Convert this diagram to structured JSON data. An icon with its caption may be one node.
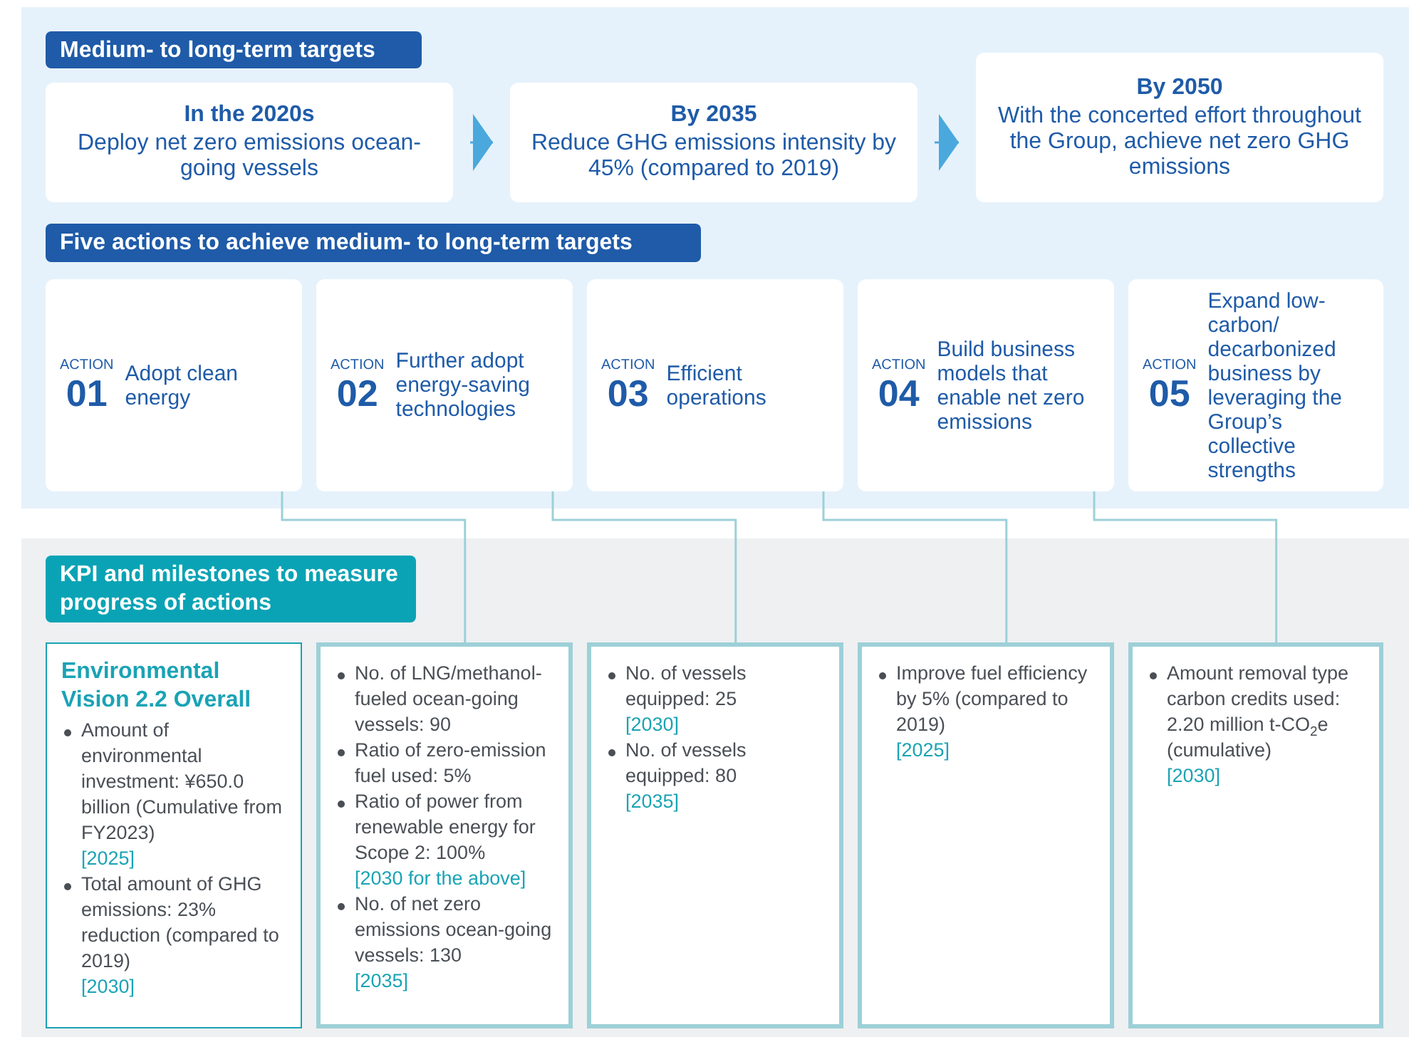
{
  "diagram": {
    "nodes": [
      {
        "text": [
          "Medium- to long-term targets"
        ]
      },
      {
        "text": [
          "In the 2020s",
          "Deploy net zero emissions ocean-going vessels"
        ]
      },
      {
        "text": [
          "By 2035",
          "Reduce GHG emissions intensity by 45% (compared to 2019)"
        ]
      },
      {
        "text": [
          "By 2050",
          "With the concerted effort throughout the Group, achieve net zero GHG emissions"
        ]
      },
      {
        "text": [
          "Five actions to achieve medium- to long-term targets"
        ]
      },
      {
        "text": [
          "ACTION",
          "01",
          "Adopt clean energy"
        ]
      },
      {
        "text": [
          "ACTION",
          "02",
          "Further adopt energy-saving technologies"
        ]
      },
      {
        "text": [
          "ACTION",
          "03",
          "Efficient operations"
        ]
      },
      {
        "text": [
          "ACTION",
          "04",
          "Build business models that enable net zero emissions"
        ]
      },
      {
        "text": [
          "ACTION",
          "05",
          "Expand low-carbon/ decarbonized business by leveraging the Group’s collective strengths"
        ]
      },
      {
        "text": [
          "KPI and milestones to measure progress of actions"
        ]
      },
      {
        "text": [
          "Environmental Vision 2.2 Overall",
          "Amount of environmental investment: ¥650.0 billion (Cumulative from FY2023)",
          "[2025]",
          "Total amount of GHG emissions: 23% reduction (compared to 2019)",
          "[2030]"
        ]
      },
      {
        "text": [
          "No. of LNG/methanol-fueled ocean-going vessels: 90",
          "Ratio of zero-emission fuel used: 5%",
          "Ratio of power from renewable energy for Scope 2: 100%",
          "[2030 for the above]",
          "No. of net zero emissions ocean-going vessels: 130",
          "[2035]"
        ]
      },
      {
        "text": [
          "No. of vessels equipped: 25",
          "[2030]",
          "No. of vessels equipped: 80",
          "[2035]"
        ]
      },
      {
        "text": [
          "Improve fuel efficiency by 5% (compared to 2019)",
          "[2025]"
        ]
      },
      {
        "text": [
          "Amount removal type carbon credits used: 2.20 million t-CO$_{2}$e (cumulative)",
          "[2030]"
        ]
      }
    ],
    "edges": [
      {
        "from": 1,
        "to": 2,
        "arrow": "to"
      },
      {
        "from": 2,
        "to": 3,
        "arrow": "to"
      },
      {
        "from": 5,
        "to": 12,
        "arrow": "none"
      },
      {
        "from": 6,
        "to": 13,
        "arrow": "none"
      },
      {
        "from": 7,
        "to": 14,
        "arrow": "none"
      },
      {
        "from": 8,
        "to": 15,
        "arrow": "none"
      }
    ]
  }
}
